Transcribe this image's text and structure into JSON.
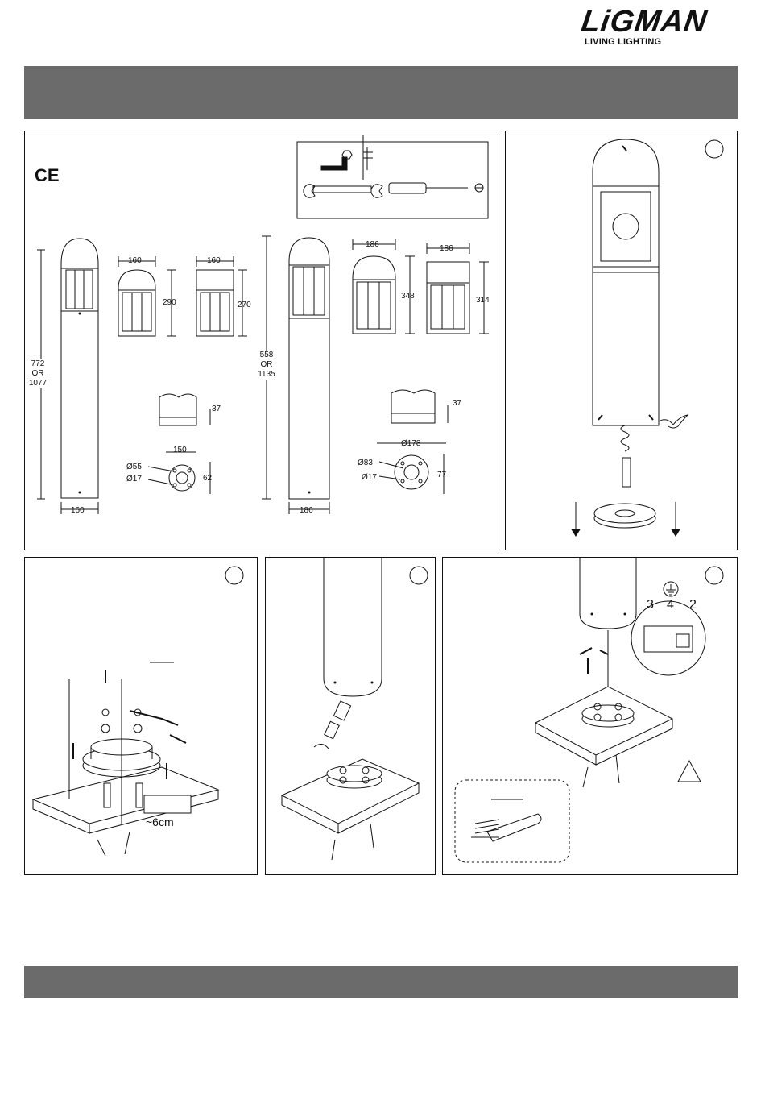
{
  "brand": {
    "name": "LiGMAN",
    "tagline": "LIVING LIGHTING"
  },
  "specs": {
    "ce_mark": "CE",
    "short_cap_width_a": "160",
    "short_cap_height_a": "290",
    "short_flat_width_a": "160",
    "short_flat_height_a": "270",
    "tall_height_a": "772\nOR\n1077",
    "tall_width_a": "160",
    "base_height_a": "37",
    "base_span_a": "150",
    "base_hole_a": "Ø55",
    "base_bolt_a": "Ø17",
    "base_offset_a": "62",
    "tall_height_b": "558\nOR\n1135",
    "tall_width_b": "186",
    "short_cap_width_b": "186",
    "short_cap_height_b": "348",
    "short_flat_width_b": "186",
    "short_flat_height_b": "314",
    "base_height_b": "37",
    "base_span_b": "Ø178",
    "base_hole_b": "Ø83",
    "base_bolt_b": "Ø17",
    "base_offset_b": "77"
  },
  "steps": {
    "anchor_depth": "~6cm",
    "terminal_labels": [
      "3",
      "4",
      "2"
    ]
  },
  "colors": {
    "header_bar": "#6b6b6b",
    "line": "#111111"
  }
}
